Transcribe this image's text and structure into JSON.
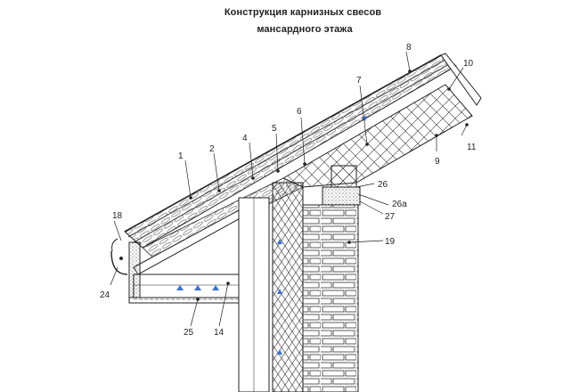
{
  "title": {
    "line1": "Конструкция карнизных свесов",
    "line2": "мансардного этажа"
  },
  "callouts": [
    {
      "id": "1",
      "label": "1"
    },
    {
      "id": "2",
      "label": "2"
    },
    {
      "id": "4",
      "label": "4"
    },
    {
      "id": "5",
      "label": "5"
    },
    {
      "id": "6",
      "label": "6"
    },
    {
      "id": "7",
      "label": "7"
    },
    {
      "id": "8",
      "label": "8"
    },
    {
      "id": "9",
      "label": "9"
    },
    {
      "id": "10",
      "label": "10"
    },
    {
      "id": "11",
      "label": "11"
    },
    {
      "id": "14",
      "label": "14"
    },
    {
      "id": "18",
      "label": "18"
    },
    {
      "id": "19",
      "label": "19"
    },
    {
      "id": "24",
      "label": "24"
    },
    {
      "id": "25",
      "label": "25"
    },
    {
      "id": "26",
      "label": "26"
    },
    {
      "id": "26a",
      "label": "26а"
    },
    {
      "id": "27",
      "label": "27"
    }
  ],
  "colors": {
    "line": "#222222",
    "arrow": "#3a6fd8",
    "background": "#ffffff"
  }
}
